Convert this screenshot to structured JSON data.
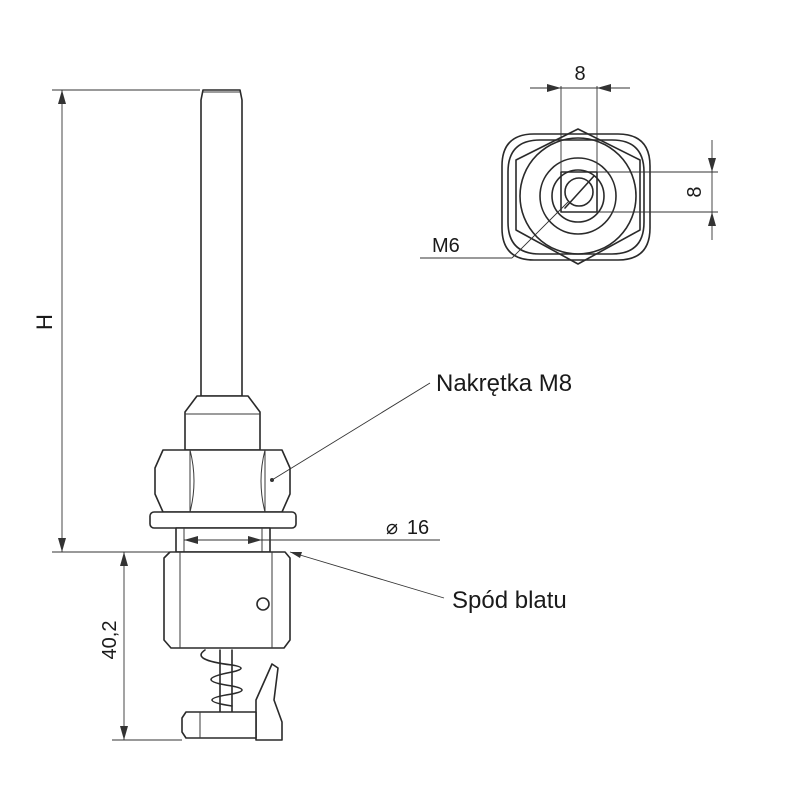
{
  "labels": {
    "dim_height": "H",
    "dim_bottom": "40,2",
    "dim_diameter_symbol": "⌀",
    "dim_diameter_value": "16",
    "dim_top_width": "8",
    "dim_top_height": "8",
    "thread": "M6",
    "nut_callout": "Nakrętka M8",
    "underside_callout": "Spód blatu"
  },
  "colors": {
    "line": "#2a2a2a",
    "background": "#ffffff"
  }
}
